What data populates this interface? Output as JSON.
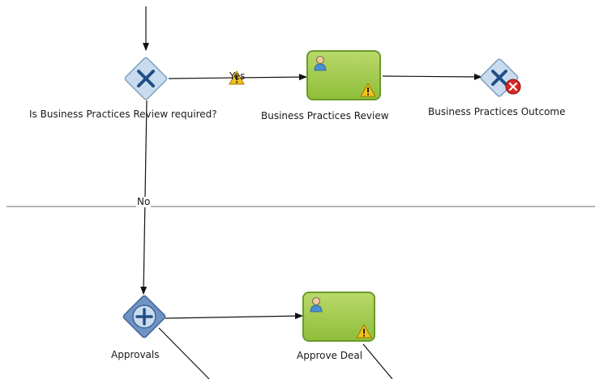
{
  "diagram": {
    "gateway_review_required": {
      "label": "Is Business Practices Review required?",
      "icon": "exclusive-gateway-x"
    },
    "task_business_practices_review": {
      "label": "Business Practices Review",
      "icon": "user-task",
      "badge": "warning-icon"
    },
    "gateway_business_practices_outcome": {
      "label": "Business Practices Outcome",
      "icon": "exclusive-gateway-x",
      "badge": "error-icon"
    },
    "gateway_approvals": {
      "label": "Approvals",
      "icon": "parallel-gateway-plus"
    },
    "task_approve_deal": {
      "label": "Approve Deal",
      "icon": "user-task",
      "badge": "warning-icon"
    },
    "edge_yes": {
      "label": "Yes",
      "badge": "warning-icon"
    },
    "edge_no": {
      "label": "No"
    }
  },
  "colors": {
    "task_fill": "#9cc84a",
    "task_border": "#6b9a2a",
    "gateway_fill": "#c9dcef",
    "gateway_mark": "#1f4f86",
    "warning": "#f2c21b",
    "error": "#d92626",
    "swimlane_divider": "#b5b5b5"
  }
}
